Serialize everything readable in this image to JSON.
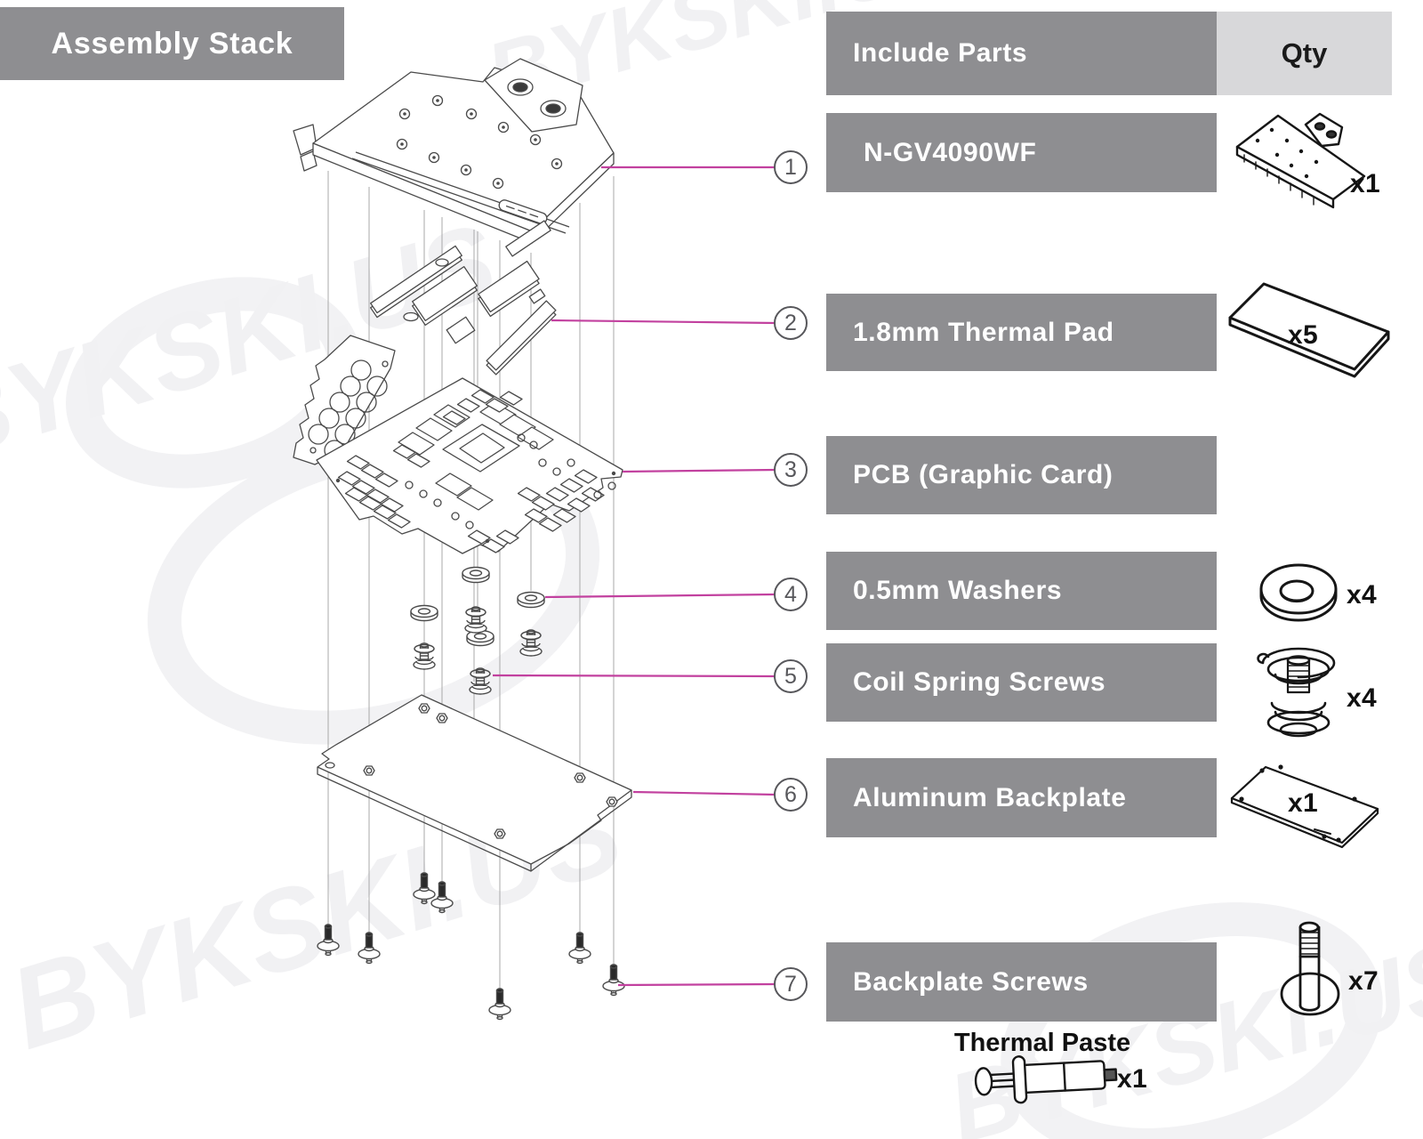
{
  "title": "Assembly Stack",
  "colors": {
    "label_box_gray": "#8e8e91",
    "qty_header_bg": "#d8d8da",
    "accent_leader_line": "#c2419f",
    "text_dark": "#1a1a1a",
    "line_art": "#1a1a1a",
    "guide_line": "#a8a8a8",
    "callout_gray": "#57575b"
  },
  "table": {
    "header": {
      "parts_label": "Include Parts",
      "qty_label": "Qty"
    },
    "rows": [
      {
        "num": "1",
        "label": "N-GV4090WF",
        "qty": "x1",
        "icon": "water-block"
      },
      {
        "num": "2",
        "label": "1.8mm Thermal Pad",
        "qty": "x5",
        "icon": "thermal-pad"
      },
      {
        "num": "3",
        "label": "PCB (Graphic Card)",
        "qty": "",
        "icon": ""
      },
      {
        "num": "4",
        "label": "0.5mm Washers",
        "qty": "x4",
        "icon": "washer"
      },
      {
        "num": "5",
        "label": "Coil Spring Screws",
        "qty": "x4",
        "icon": "coil-spring-screw"
      },
      {
        "num": "6",
        "label": "Aluminum Backplate",
        "qty": "x1",
        "icon": "aluminum-backplate"
      },
      {
        "num": "7",
        "label": "Backplate Screws",
        "qty": "x7",
        "icon": "backplate-screw"
      }
    ]
  },
  "thermal_paste": {
    "label": "Thermal Paste",
    "qty": "x1",
    "icon": "syringe"
  },
  "watermark": {
    "text": "BYKSKI.US"
  }
}
